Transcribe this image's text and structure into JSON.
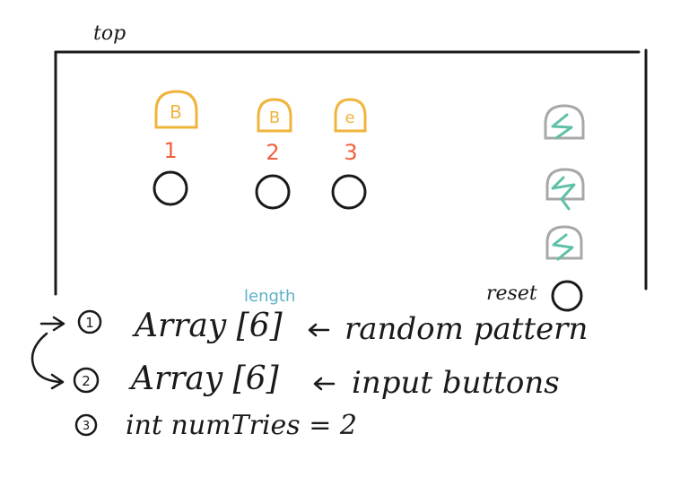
{
  "box": {
    "top_label": "top",
    "reset_label": "reset"
  },
  "buttons": [
    {
      "letter": "B",
      "number": "1"
    },
    {
      "letter": "B",
      "number": "2"
    },
    {
      "letter": "e",
      "number": "3"
    }
  ],
  "notes": {
    "length_label": "length",
    "items": [
      {
        "marker": "1",
        "text": "Array [6]",
        "note": "random pattern"
      },
      {
        "marker": "2",
        "text": "Array [6]",
        "note": "input buttons"
      },
      {
        "marker": "3",
        "text": "int numTries = 2",
        "note": ""
      }
    ]
  },
  "colors": {
    "ink": "#1a1a1a",
    "bulb": "#f0b43c",
    "number": "#f06040",
    "bulb_side": "#a8a8a8",
    "scribble": "#5fc0a8",
    "annotation": "#5fb0c8"
  }
}
